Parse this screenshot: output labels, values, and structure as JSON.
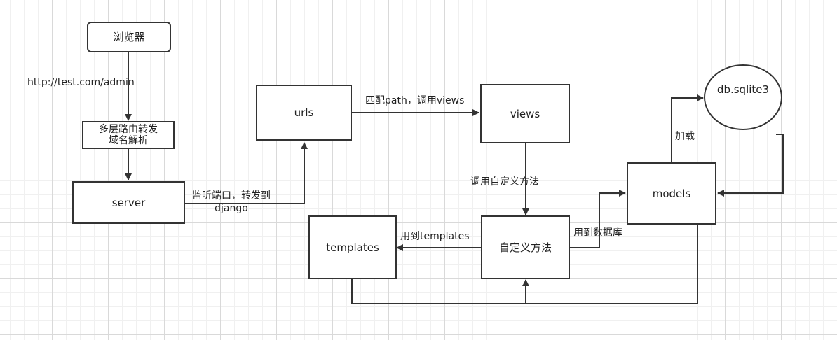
{
  "nodes": {
    "browser": "浏览器",
    "routing": "多层路由转发\n域名解析",
    "server": "server",
    "urls": "urls",
    "views": "views",
    "custom_method": "自定义方法",
    "templates": "templates",
    "models": "models",
    "db": "db.sqlite3"
  },
  "edge_labels": {
    "browser_to_routing": "http://test.com/admin",
    "server_to_urls": "监听端口，转发到\ndjango",
    "urls_to_views": "匹配path，调用views",
    "views_to_custom": "调用自定义方法",
    "custom_to_templates": "用到templates",
    "custom_to_models": "用到数据库",
    "models_to_db": "加载"
  },
  "colors": {
    "stroke": "#333333",
    "grid": "#d9d9d9"
  }
}
